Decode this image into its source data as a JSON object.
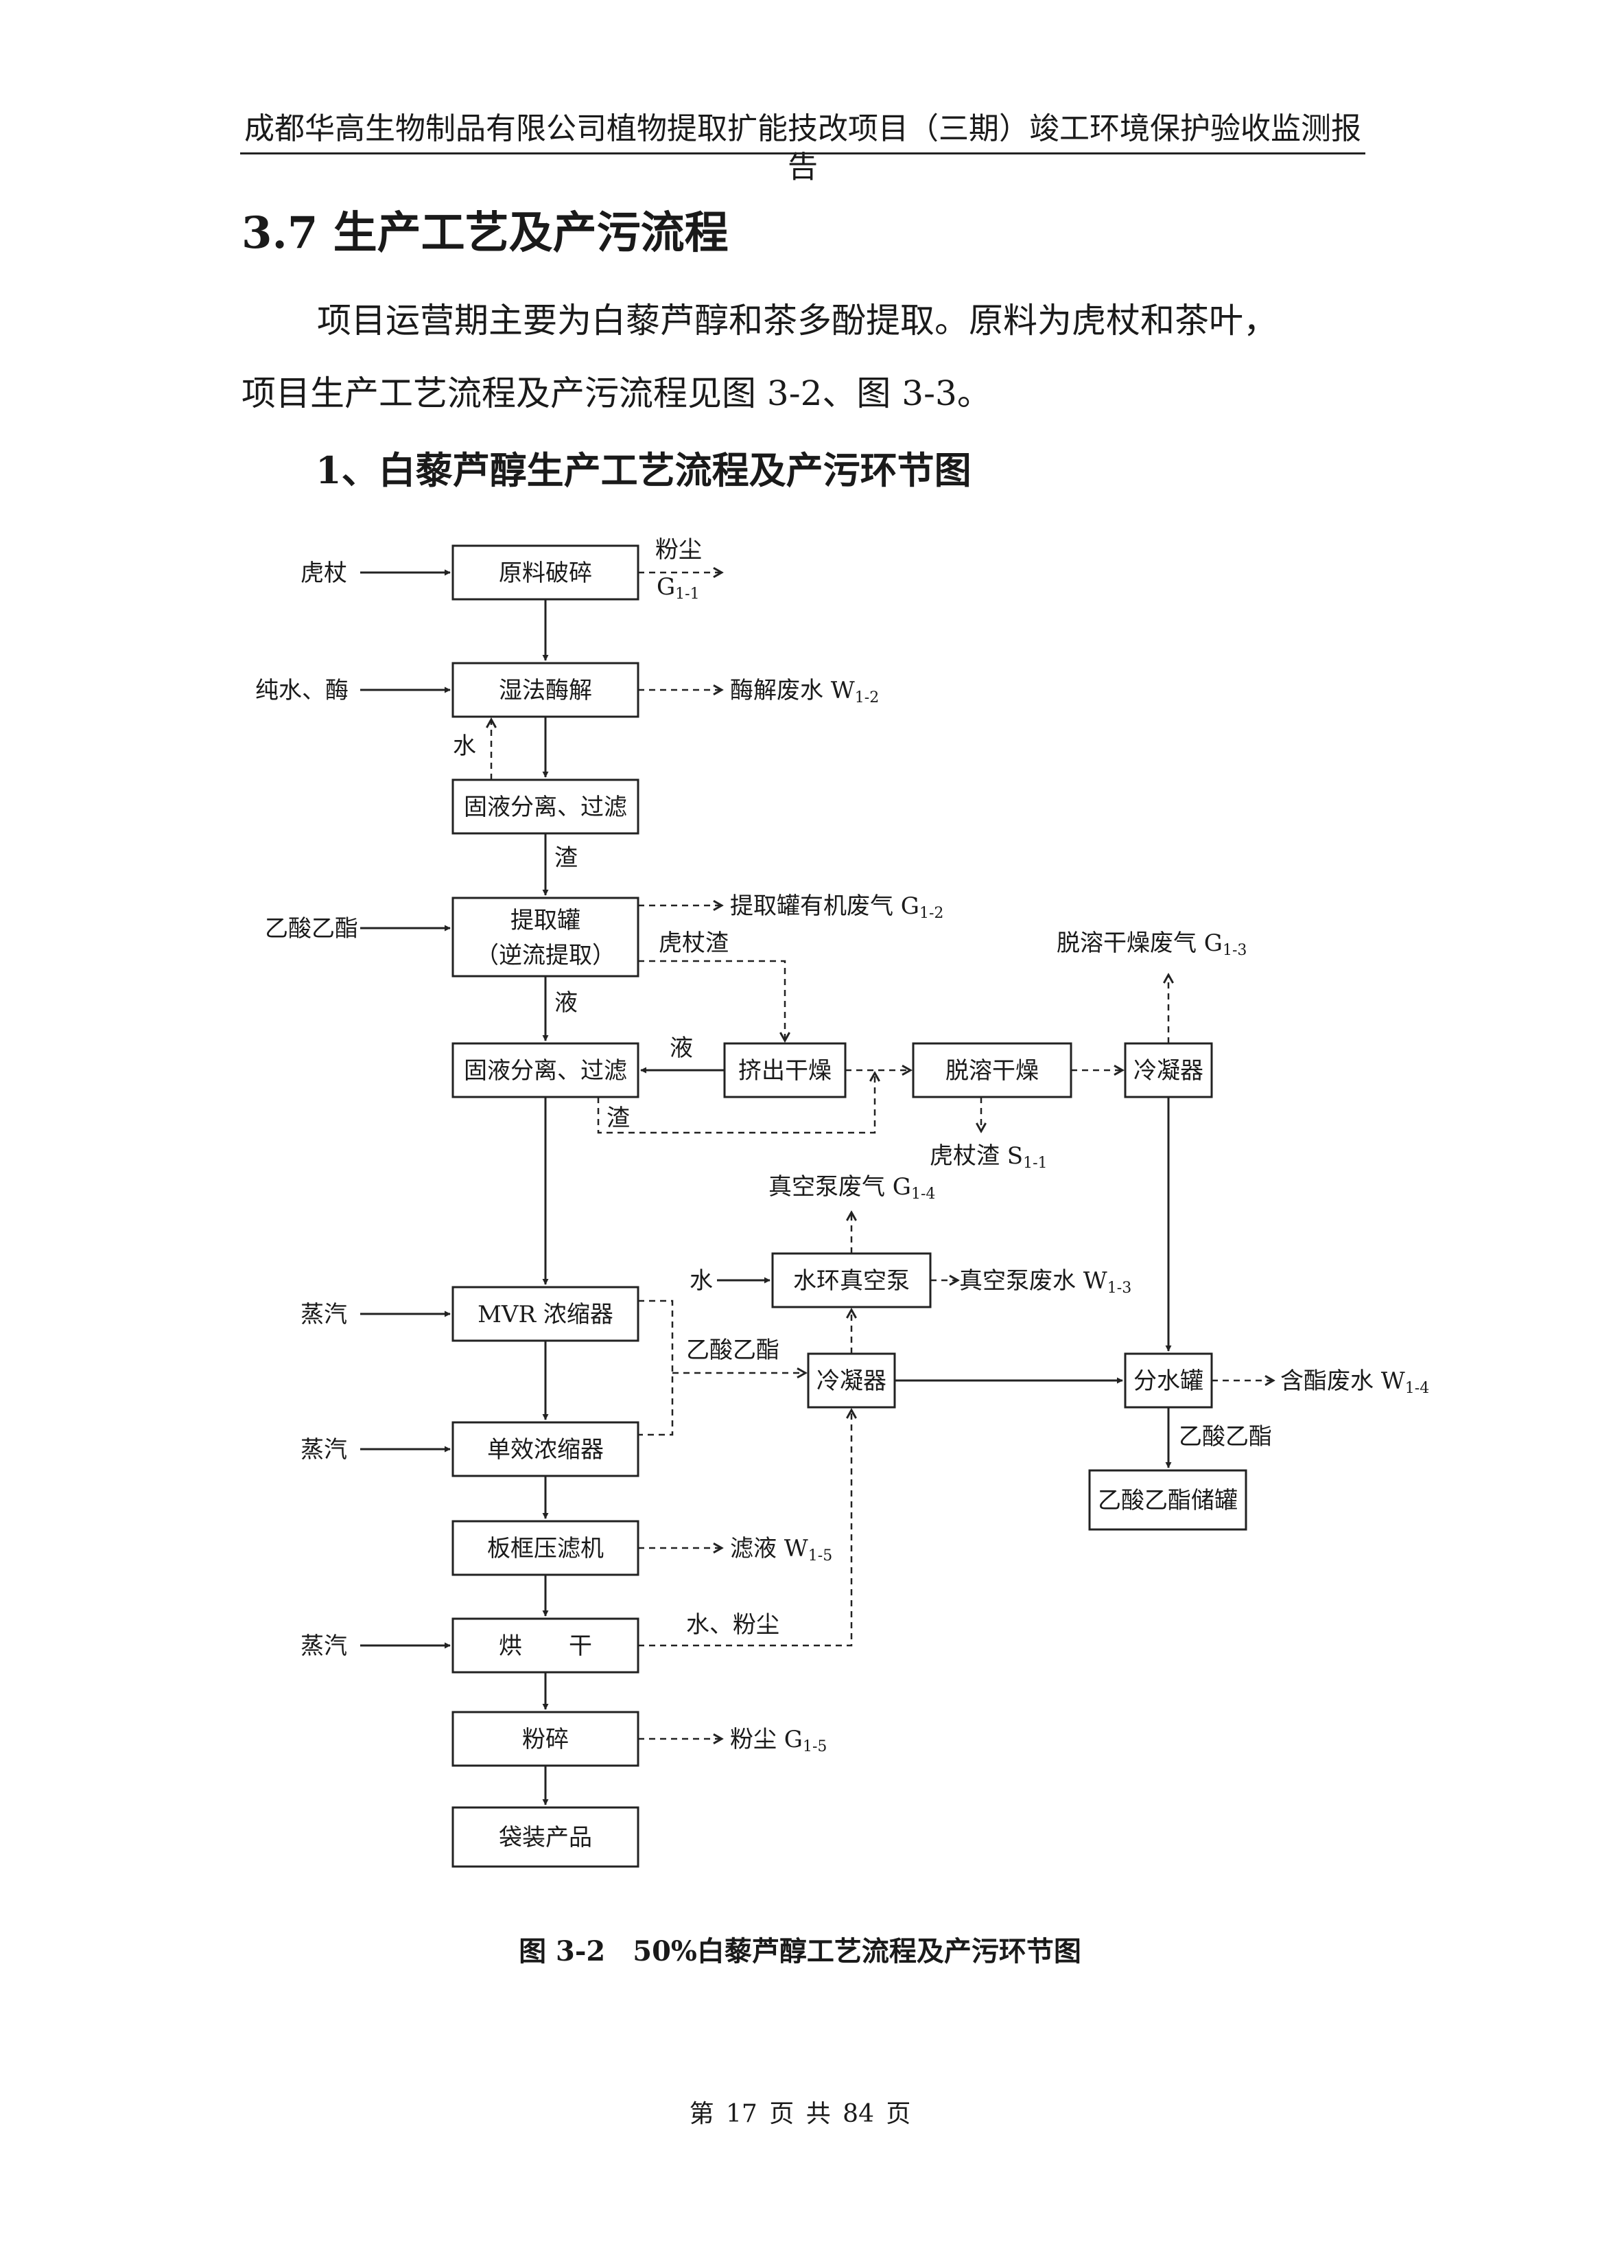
{
  "page": {
    "header": "成都华高生物制品有限公司植物提取扩能技改项目（三期）竣工环境保护验收监测报告",
    "section_title": "3.7 生产工艺及产污流程",
    "paragraph_line1": "项目运营期主要为白藜芦醇和茶多酚提取。原料为虎杖和茶叶，",
    "paragraph_line2": "项目生产工艺流程及产污流程见图 3-2、图 3-3。",
    "subsection_title": "1、白藜芦醇生产工艺流程及产污环节图",
    "figure_caption": "图 3-2　50%白藜芦醇工艺流程及产污环节图",
    "footer": "第 17 页 共 84 页"
  },
  "flow": {
    "boxes": {
      "crushing": "原料破碎",
      "wet_enzymolysis": "湿法酶解",
      "sep1": "固液分离、过滤",
      "extraction_line1": "提取罐",
      "extraction_line2": "（逆流提取）",
      "sep2": "固液分离、过滤",
      "squeeze_dry": "挤出干燥",
      "desolvent_dry": "脱溶干燥",
      "condenser1": "冷凝器",
      "vacuum_pump": "水环真空泵",
      "mvr": "MVR 浓缩器",
      "condenser2": "冷凝器",
      "water_separator": "分水罐",
      "single_effect": "单效浓缩器",
      "ethyl_storage": "乙酸乙酯储罐",
      "filter_press": "板框压滤机",
      "dryer": "烘　　干",
      "pulverize": "粉碎",
      "packaging": "袋装产品"
    },
    "inputs": {
      "huzhang": "虎杖",
      "water_enzyme": "纯水、酶",
      "ethyl_acetate": "乙酸乙酯",
      "steam1": "蒸汽",
      "steam2": "蒸汽",
      "steam3": "蒸汽",
      "water_in": "水"
    },
    "labels": {
      "water_return": "水",
      "residue1": "渣",
      "liquid1": "液",
      "huzhang_residue": "虎杖渣",
      "liquid2": "液",
      "residue2": "渣",
      "ethyl_vapor": "乙酸乙酯",
      "ethyl_out": "乙酸乙酯",
      "water_dust": "水、粉尘"
    },
    "emissions": {
      "g11_name": "粉尘",
      "g11_code": "G",
      "g11_sub": "1-1",
      "w12_name": "酶解废水 W",
      "w12_sub": "1-2",
      "g12_name": "提取罐有机废气 G",
      "g12_sub": "1-2",
      "g13_name": "脱溶干燥废气 G",
      "g13_sub": "1-3",
      "s11_name": "虎杖渣 S",
      "s11_sub": "1-1",
      "g14_name": "真空泵废气 G",
      "g14_sub": "1-4",
      "w13_name": "真空泵废水 W",
      "w13_sub": "1-3",
      "w14_name": "含酯废水 W",
      "w14_sub": "1-4",
      "w15_name": "滤液 W",
      "w15_sub": "1-5",
      "g15_name": "粉尘 G",
      "g15_sub": "1-5"
    }
  }
}
